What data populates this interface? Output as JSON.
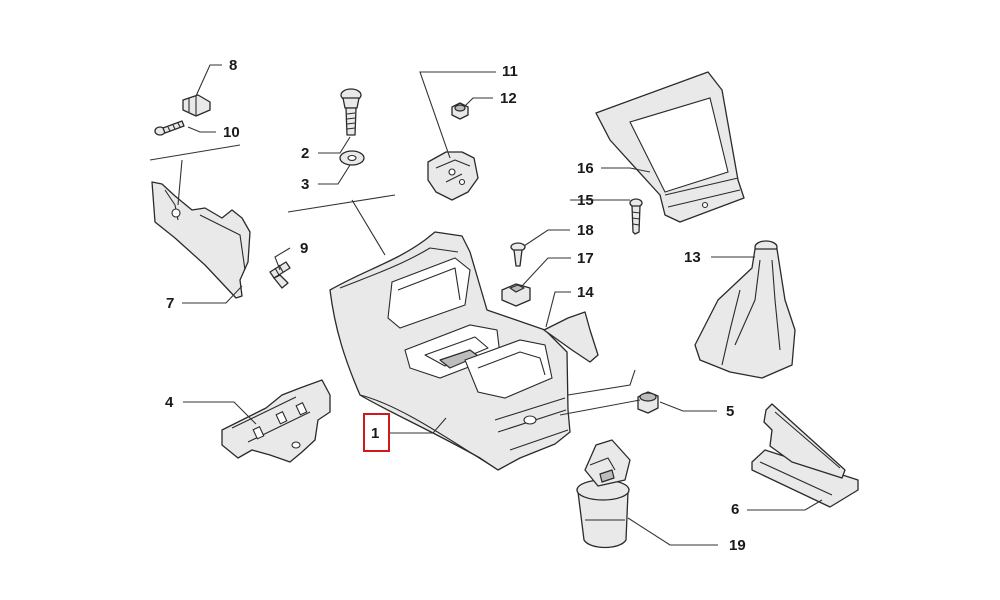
{
  "diagram": {
    "highlight_color": "#d0181f",
    "highlighted_callout": "1",
    "callouts": {
      "c1": "1",
      "c2": "2",
      "c3": "3",
      "c4": "4",
      "c5": "5",
      "c6": "6",
      "c7": "7",
      "c8": "8",
      "c9": "9",
      "c10": "10",
      "c11": "11",
      "c12": "12",
      "c13": "13",
      "c14": "14",
      "c15": "15",
      "c16": "16",
      "c17": "17",
      "c18": "18",
      "c19": "19"
    }
  }
}
